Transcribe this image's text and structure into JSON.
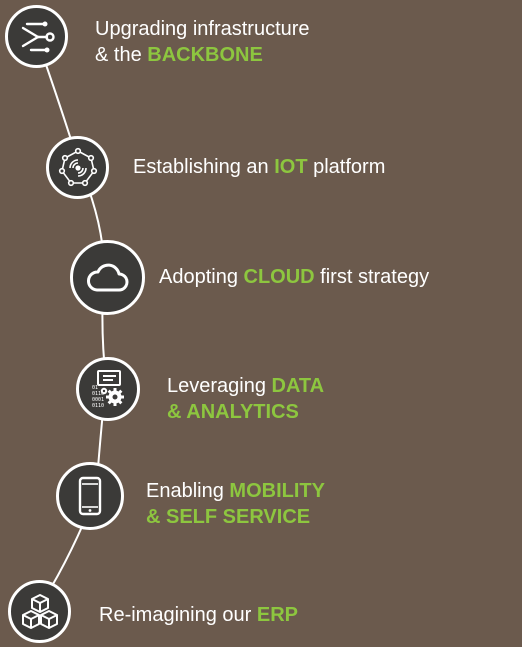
{
  "colors": {
    "background": "#6b5a4d",
    "node_fill": "#3b3a38",
    "node_ring": "#ffffff",
    "highlight": "#8dc63f",
    "text": "#ffffff"
  },
  "steps": [
    {
      "icon": "network-nodes-icon",
      "line1_pre": "Upgrading infrastructure",
      "line2_pre": "& the ",
      "line2_hl": "BACKBONE"
    },
    {
      "icon": "iot-sensor-icon",
      "line1_pre": "Establishing an ",
      "line1_hl": "IOT",
      "line1_post": " platform"
    },
    {
      "icon": "cloud-icon",
      "line1_pre": "Adopting ",
      "line1_hl": "CLOUD",
      "line1_post": " first strategy"
    },
    {
      "icon": "data-analytics-icon",
      "line1_pre": "Leveraging ",
      "line1_hl": "DATA",
      "line2_hl": "& ANALYTICS",
      "icon_binary": [
        "01",
        "0110",
        "0001",
        "0110"
      ]
    },
    {
      "icon": "mobile-phone-icon",
      "line1_pre": "Enabling ",
      "line1_hl": "MOBILITY",
      "line2_hl": "& SELF SERVICE"
    },
    {
      "icon": "erp-cubes-icon",
      "line1_pre": "Re-imagining our ",
      "line1_hl": "ERP"
    }
  ]
}
